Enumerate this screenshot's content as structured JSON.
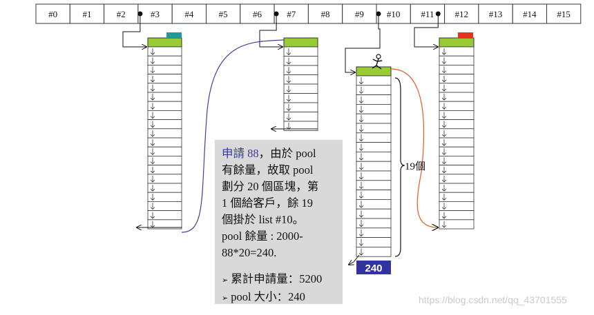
{
  "freelist": {
    "cells": [
      "#0",
      "#1",
      "#2",
      "#3",
      "#4",
      "#5",
      "#6",
      "#7",
      "#8",
      "#9",
      "#10",
      "#11",
      "#12",
      "#13",
      "#14",
      "#15"
    ]
  },
  "note": {
    "prefix_highlight": "申請 88",
    "line1_rest": "，由於 pool",
    "line2": "有餘量，故取 pool",
    "line3": "劃分 20 個區塊，第",
    "line4": "1 個給客戶，餘 19",
    "line5": "個掛於 list #10。",
    "line6": "pool 餘量 : 2000-",
    "line7": "88*20=240.",
    "bullet_glyph": "➢",
    "bullet1": "累計申請量：5200",
    "bullet2": "pool 大小：240"
  },
  "count_label": "19個",
  "pool_remaining_label": "240",
  "watermark": "https://blog.csdn.net/qq_43701555",
  "colors": {
    "block_head": "#99cc33",
    "teal_marker": "#1f9a9a",
    "red_marker": "#e8321e",
    "pool_box": "#3333a0",
    "purple_curve": "#4a3a9a",
    "orange_curve": "#e05a2a",
    "note_bg": "#d9d9d9"
  }
}
